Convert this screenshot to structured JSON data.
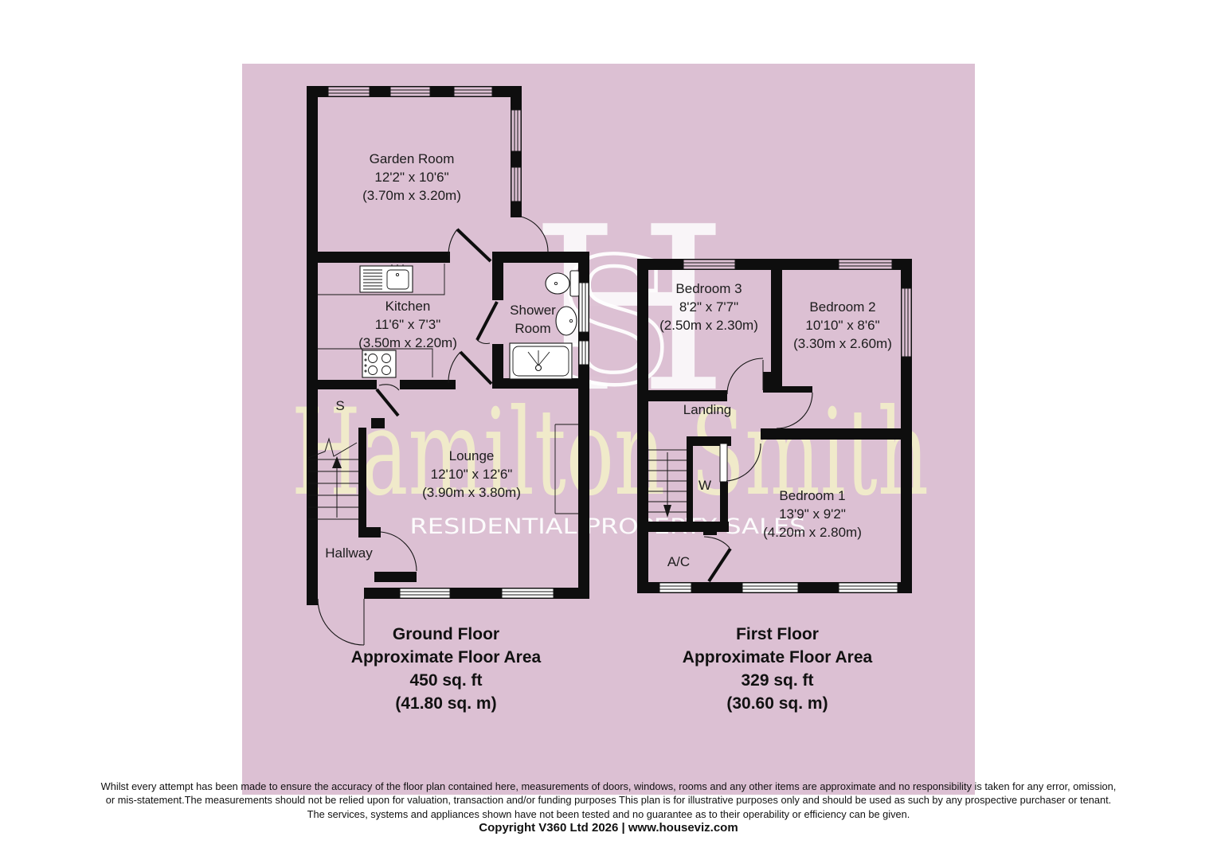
{
  "watermark": {
    "logo_letter_1": "H",
    "logo_letter_2": "S",
    "brand": "Hamilton Smith",
    "tagline": "RESIDENTIAL PROPERTY SALES"
  },
  "colors": {
    "background_pink": "#dcc0d3",
    "wall_black": "#0e0e0e",
    "brand_cream": "#f1ecca",
    "watermark_white": "#ffffff"
  },
  "ground_floor": {
    "rooms": [
      {
        "id": "garden-room",
        "name": "Garden Room",
        "dims_ft": "12'2\" x 10'6\"",
        "dims_m": "(3.70m x 3.20m)"
      },
      {
        "id": "kitchen",
        "name": "Kitchen",
        "dims_ft": "11'6\" x 7'3\"",
        "dims_m": "(3.50m x 2.20m)"
      },
      {
        "id": "shower-room",
        "name_line1": "Shower",
        "name_line2": "Room"
      },
      {
        "id": "store",
        "name": "S"
      },
      {
        "id": "lounge",
        "name": "Lounge",
        "dims_ft": "12'10\" x 12'6\"",
        "dims_m": "(3.90m x 3.80m)"
      },
      {
        "id": "hallway",
        "name": "Hallway"
      }
    ],
    "label": {
      "line1": "Ground Floor",
      "line2": "Approximate Floor Area",
      "line3": "450 sq. ft",
      "line4": "(41.80 sq. m)"
    }
  },
  "first_floor": {
    "rooms": [
      {
        "id": "bedroom-3",
        "name": "Bedroom 3",
        "dims_ft": "8'2\" x 7'7\"",
        "dims_m": "(2.50m x 2.30m)"
      },
      {
        "id": "bedroom-2",
        "name": "Bedroom 2",
        "dims_ft": "10'10\" x 8'6\"",
        "dims_m": "(3.30m x 2.60m)"
      },
      {
        "id": "landing",
        "name": "Landing"
      },
      {
        "id": "wardrobe",
        "name": "W"
      },
      {
        "id": "bedroom-1",
        "name": "Bedroom 1",
        "dims_ft": "13'9\" x 9'2\"",
        "dims_m": "(4.20m x 2.80m)"
      },
      {
        "id": "airing-cupboard",
        "name": "A/C"
      }
    ],
    "label": {
      "line1": "First Floor",
      "line2": "Approximate Floor Area",
      "line3": "329 sq. ft",
      "line4": "(30.60 sq. m)"
    }
  },
  "disclaimer": {
    "line1": "Whilst every attempt has been made to ensure the accuracy of the floor plan contained here, measurements of doors, windows, rooms and any other items are approximate and no responsibility is taken for any error, omission,",
    "line2": "or mis-statement.The measurements should not be relied upon for valuation, transaction and/or funding purposes This plan is for illustrative purposes only and should be used as such by any prospective purchaser or tenant.",
    "line3": "The services, systems and appliances shown have not been tested and no guarantee as to their operability or efficiency can be given.",
    "copyright": "Copyright V360 Ltd 2026 | www.houseviz.com"
  }
}
